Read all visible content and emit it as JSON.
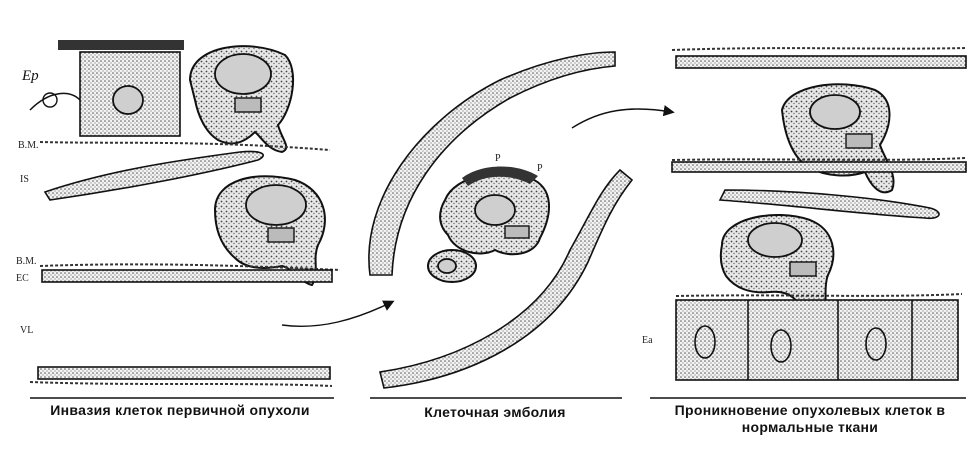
{
  "labels": {
    "ep": "Ep",
    "bm_top": "B.M.",
    "is": "IS",
    "bm_mid": "B.M.",
    "ec": "EC",
    "vl": "VL",
    "ea": "Ea",
    "p1": "P",
    "p2": "P"
  },
  "captions": {
    "left": "Инвазия клеток первичной опухоли",
    "middle": "Клеточная эмболия",
    "right": "Проникновение опухолевых клеток в нормальные ткани"
  }
}
